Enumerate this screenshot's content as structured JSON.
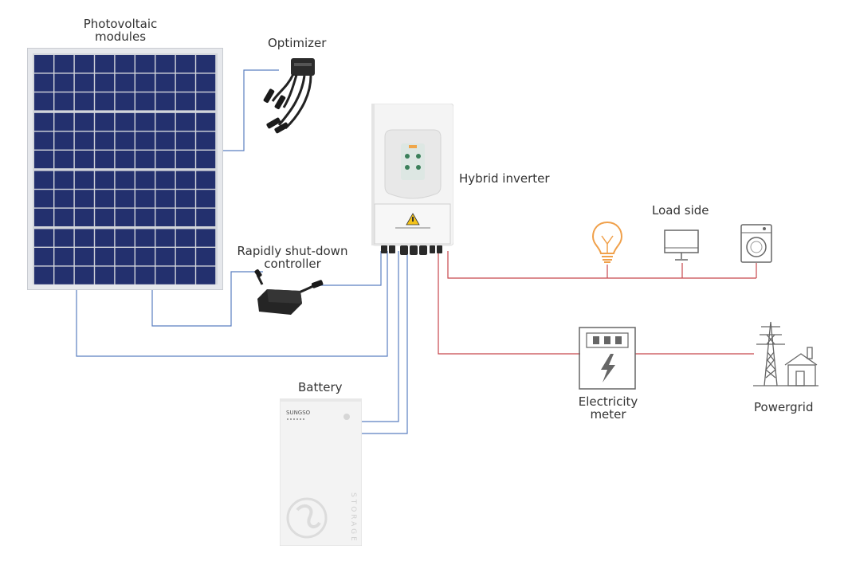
{
  "labels": {
    "pv_line1": "Photovoltaic",
    "pv_line2": "modules",
    "optimizer": "Optimizer",
    "inverter": "Hybrid inverter",
    "load_side": "Load side",
    "rsd_line1": "Rapidly shut-down",
    "rsd_line2": "controller",
    "battery": "Battery",
    "meter_line1": "Electricity",
    "meter_line2": "meter",
    "powergrid": "Powergrid"
  },
  "battery_text": {
    "brand": "SUNGSO",
    "storage": "STORAGE"
  },
  "icons": [
    "lightbulb-icon",
    "monitor-icon",
    "washing-machine-icon",
    "lightning-icon",
    "transmission-tower-icon",
    "house-icon",
    "warning-icon"
  ],
  "colors": {
    "dc_wire": "#5b7fc0",
    "ac_wire": "#c8474c",
    "bulb": "#f0a04a",
    "panel_cell": "#23306e",
    "panel_frame": "#d9dbe0",
    "device_body": "#f2f2f2"
  }
}
